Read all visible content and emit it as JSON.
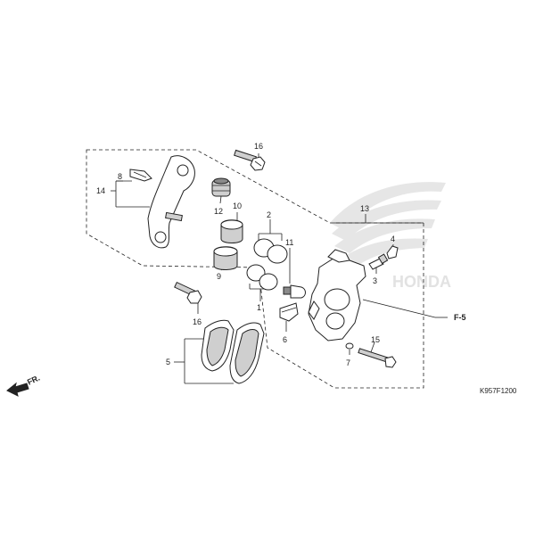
{
  "diagram_code": "K957F1200",
  "direction_label": "FR.",
  "reference_label": "F-5",
  "callouts": {
    "c1": "1",
    "c2": "2",
    "c3": "3",
    "c4": "4",
    "c5": "5",
    "c6": "6",
    "c7": "7",
    "c8": "8",
    "c9": "9",
    "c10": "10",
    "c11": "11",
    "c12": "12",
    "c13": "13",
    "c14": "14",
    "c15": "15",
    "c16a": "16",
    "c16b": "16"
  }
}
